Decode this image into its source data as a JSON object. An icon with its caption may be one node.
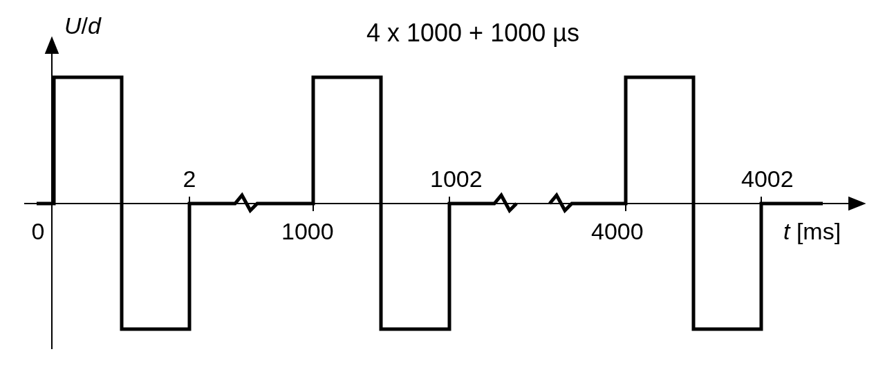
{
  "diagram": {
    "title": "4 x 1000 + 1000 µs",
    "labels": [
      "*U*/*d*",
      "2",
      "1002",
      "4002",
      "0",
      "1000",
      "4000",
      "*t* [ms]"
    ]
  }
}
